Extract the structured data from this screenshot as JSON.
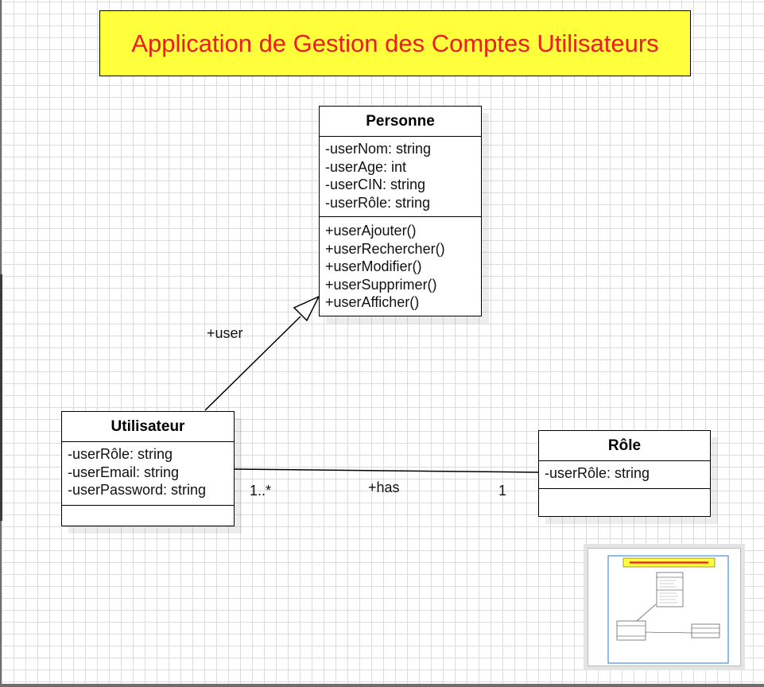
{
  "title": "Application de Gestion des Comptes Utilisateurs",
  "colors": {
    "title_background": "#ffff3c",
    "title_text": "#ee1c1c",
    "grid": "#dcdcdc"
  },
  "classes": {
    "personne": {
      "name": "Personne",
      "attributes": [
        "-userNom: string",
        "-userAge: int",
        "-userCIN: string",
        "-userRôle: string"
      ],
      "methods": [
        "+userAjouter()",
        "+userRechercher()",
        "+userModifier()",
        "+userSupprimer()",
        "+userAfficher()"
      ]
    },
    "utilisateur": {
      "name": "Utilisateur",
      "attributes": [
        "-userRôle: string",
        "-userEmail: string",
        "-userPassword: string"
      ],
      "methods": []
    },
    "role": {
      "name": "Rôle",
      "attributes": [
        "-userRôle: string"
      ],
      "methods": []
    }
  },
  "relations": {
    "generalization": {
      "label": "+user"
    },
    "association": {
      "label": "+has",
      "source_multiplicity": "1..*",
      "target_multiplicity": "1"
    }
  }
}
